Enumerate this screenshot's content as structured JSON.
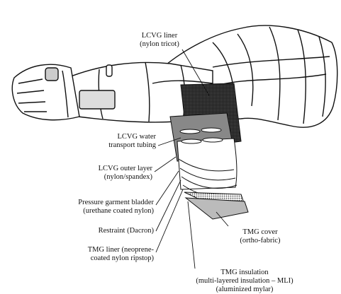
{
  "labels": {
    "lcvg_liner": [
      "LCVG liner",
      "(nylon tricot)"
    ],
    "lcvg_water": [
      "LCVG water",
      "transport tubing"
    ],
    "lcvg_outer": [
      "LCVG outer layer",
      "(nylon/spandex)"
    ],
    "bladder": [
      "Pressure garment bladder",
      "(urethane coated nylon)"
    ],
    "restraint": [
      "Restraint (Dacron)"
    ],
    "tmg_liner": [
      "TMG liner (neoprene-",
      "coated nylon ripstop)"
    ],
    "tmg_cover": [
      "TMG cover",
      "(ortho-fabric)"
    ],
    "tmg_insulation": [
      "TMG insulation",
      "(multi-layered insulation – MLI)",
      "(aluminized mylar)"
    ]
  }
}
